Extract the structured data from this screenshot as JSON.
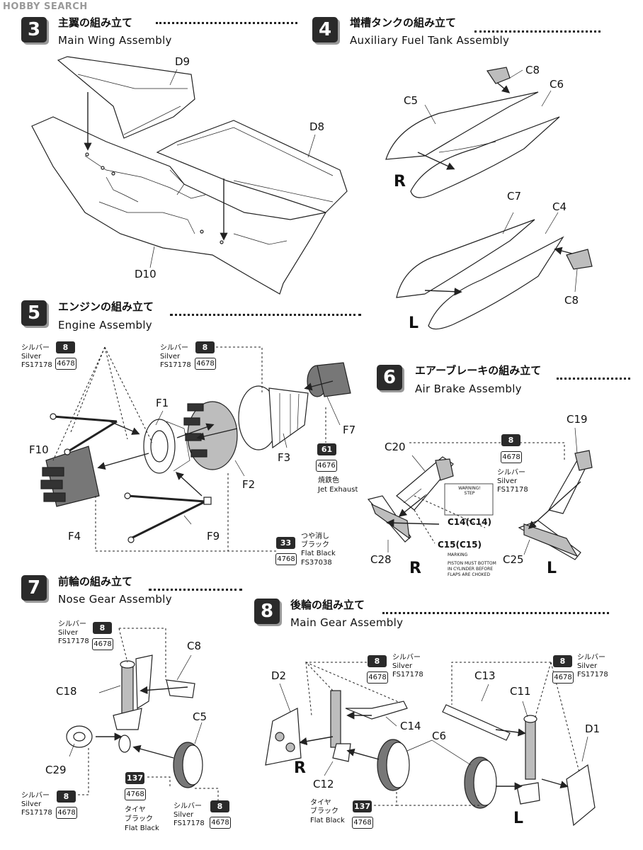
{
  "watermark": "HOBBY SEARCH",
  "steps": {
    "s3": {
      "num": "3",
      "jp": "主翼の組み立て",
      "en": "Main Wing Assembly"
    },
    "s4": {
      "num": "4",
      "jp": "増槽タンクの組み立て",
      "en": "Auxiliary Fuel Tank Assembly"
    },
    "s5": {
      "num": "5",
      "jp": "エンジンの組み立て",
      "en": "Engine Assembly"
    },
    "s6": {
      "num": "6",
      "jp": "エアーブレーキの組み立て",
      "en": "Air Brake Assembly"
    },
    "s7": {
      "num": "7",
      "jp": "前輪の組み立て",
      "en": "Nose Gear Assembly"
    },
    "s8": {
      "num": "8",
      "jp": "後輪の組み立て",
      "en": "Main Gear Assembly"
    }
  },
  "paints": {
    "silver": {
      "num": "8",
      "code": "4678",
      "jp": "シルバー",
      "en": "Silver",
      "fs": "FS17178"
    },
    "jet_exhaust": {
      "num": "61",
      "code": "4676",
      "jp": "焼鉄色",
      "en": "Jet Exhaust"
    },
    "flat_black_33": {
      "num": "33",
      "code": "4768",
      "jp": "つや消し",
      "jp2": "ブラック",
      "en": "Flat Black",
      "fs": "FS37038"
    },
    "tire_black": {
      "num": "137",
      "code": "4768",
      "jp": "タイヤ",
      "jp2": "ブラック",
      "en": "Flat Black"
    }
  },
  "parts": {
    "d9": "D9",
    "d8": "D8",
    "d10": "D10",
    "c8": "C8",
    "c5": "C5",
    "c6": "C6",
    "c7": "C7",
    "c4": "C4",
    "f1": "F1",
    "f2": "F2",
    "f3": "F3",
    "f4": "F4",
    "f7": "F7",
    "f9": "F9",
    "f10": "F10",
    "c20": "C20",
    "c19": "C19",
    "c14p": "C14(C14)",
    "c15p": "C15(C15)",
    "c28": "C28",
    "c25": "C25",
    "c18": "C18",
    "c29": "C29",
    "d2": "D2",
    "c13": "C13",
    "c11": "C11",
    "d1": "D1",
    "c14": "C14",
    "c12": "C12"
  },
  "sides": {
    "r": "R",
    "l": "L"
  },
  "decal": {
    "warning": "WARNING!",
    "step": "STEP",
    "marking": "MARKING",
    "text1": "PISTON MUST BOTTOM",
    "text2": "IN CYLINDER BEFORE",
    "text3": "FLAPS ARE CHOKED"
  }
}
